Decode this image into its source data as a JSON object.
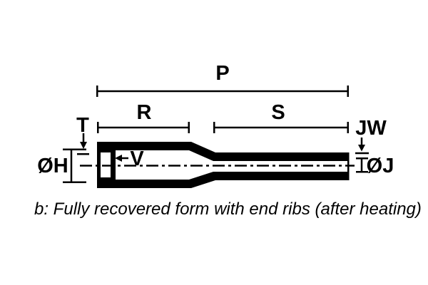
{
  "diagram": {
    "title_caption": "b: Fully recovered form with end ribs (after heating)",
    "labels": {
      "p": "P",
      "r": "R",
      "s": "S",
      "t": "T",
      "v": "V",
      "jw": "JW",
      "oh": "ØH",
      "oj": "ØJ"
    },
    "colors": {
      "ink": "#000000",
      "background": "#ffffff"
    }
  }
}
